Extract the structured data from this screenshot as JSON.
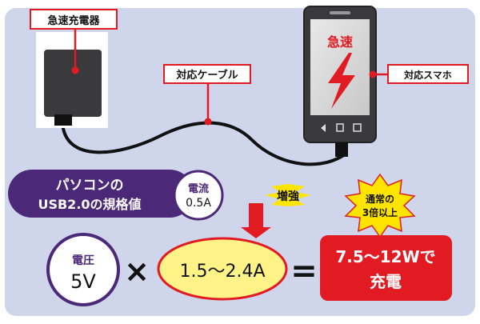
{
  "labels": {
    "charger": "急速充電器",
    "cable": "対応ケーブル",
    "smartphone": "対応スマホ",
    "phone_screen": "急速"
  },
  "usb2": {
    "line1": "パソコンの",
    "line2": "USB2.0の規格値",
    "current_label": "電流",
    "current_value": "0.5A"
  },
  "boost": "増強",
  "voltage": {
    "label": "電圧",
    "value": "5V"
  },
  "operators": {
    "times": "×",
    "equals": "="
  },
  "fast_current": "1.5～2.4A",
  "times3": {
    "line1": "通常の",
    "line2": "3倍以上"
  },
  "result": {
    "line1": "7.5～12Wで",
    "line2": "充電"
  },
  "colors": {
    "background": "#cfd6ec",
    "red": "#e21b23",
    "purple": "#4b2878",
    "yellow": "#fff387",
    "burst": "#ffe400",
    "device": "#3a3a3c",
    "screen": "#dcdcdc"
  }
}
